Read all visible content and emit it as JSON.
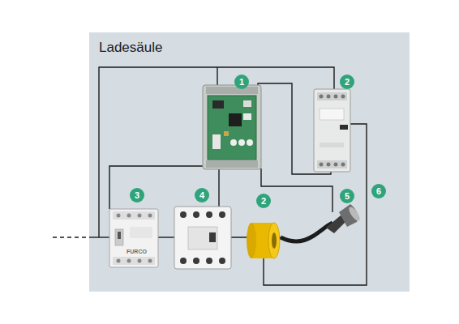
{
  "diagram": {
    "nodes": [
      {
        "text": [
          "Ladesäule"
        ]
      },
      {
        "text": [
          "1"
        ],
        "in": 0
      },
      {
        "text": [
          "2"
        ],
        "in": 0
      },
      {
        "text": [
          "3"
        ],
        "in": 0
      },
      {
        "text": [
          "4"
        ],
        "in": 0
      },
      {
        "text": [
          "2"
        ],
        "in": 0
      },
      {
        "text": [
          "5"
        ],
        "in": 0
      },
      {
        "text": [
          "6"
        ],
        "in": 0
      }
    ],
    "labels": [
      "FURCO"
    ]
  }
}
